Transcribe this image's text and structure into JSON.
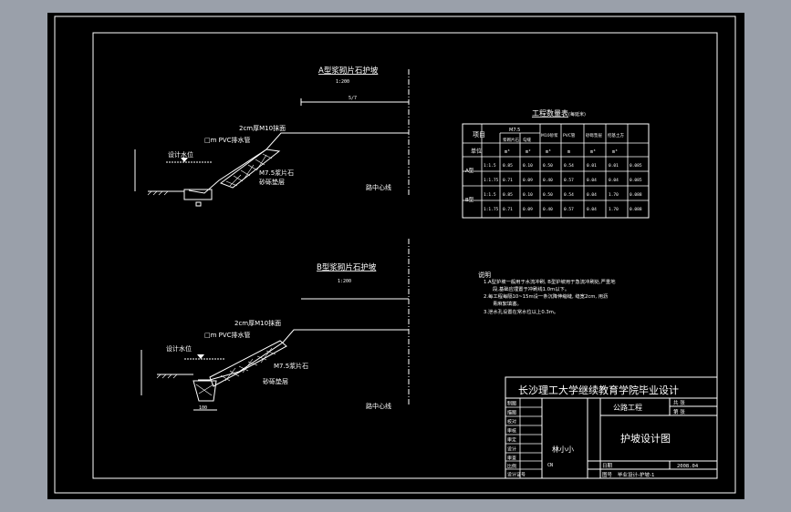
{
  "drawing": {
    "section_a": {
      "title": "A型浆砌片石护坡",
      "scale": "1:200",
      "width_label": "5/7",
      "labels": {
        "joint": "2cm厚M10抹面",
        "drain": "□m PVC排水管",
        "water_level": "设计水位",
        "masonry": "M7.5浆片石",
        "bedding": "砂砾垫层",
        "centerline": "路中心线"
      }
    },
    "section_b": {
      "title": "B型浆砌片石护坡",
      "scale": "1:200",
      "labels": {
        "joint": "2cm厚M10抹面",
        "drain": "□m PVC排水管",
        "water_level": "设计水位",
        "masonry": "M7.5浆片石",
        "bedding": "砂砾垫层",
        "centerline": "路中心线",
        "foot_width": "100"
      }
    },
    "quantity_table": {
      "title": "工程数量表",
      "unit_note": "(每延米)",
      "header_row1": [
        "项目",
        "M7.5",
        "",
        "M10砂浆",
        "PVC管",
        "砂砾垫层",
        "挖基土方"
      ],
      "header_row2": [
        "",
        "浆砌片石",
        "勾缝",
        "",
        "",
        "",
        ""
      ],
      "unit_row": [
        "单位",
        "m³",
        "m²",
        "m³",
        "m",
        "m³",
        "m³"
      ],
      "rows": [
        {
          "type": "A型",
          "ratio": "1:1.5",
          "values": [
            "0.85",
            "0.10",
            "0.50",
            "0.54",
            "0.01",
            "0.01",
            "0.085"
          ]
        },
        {
          "type": "",
          "ratio": "1:1.75",
          "values": [
            "0.71",
            "0.09",
            "0.40",
            "0.57",
            "0.04",
            "0.04",
            "0.085"
          ]
        },
        {
          "type": "B型",
          "ratio": "1:1.5",
          "values": [
            "0.85",
            "0.10",
            "0.50",
            "0.54",
            "0.04",
            "1.70",
            "0.088"
          ]
        },
        {
          "type": "",
          "ratio": "1:1.75",
          "values": [
            "0.71",
            "0.09",
            "0.40",
            "0.57",
            "0.04",
            "1.70",
            "0.088"
          ]
        }
      ]
    },
    "notes": {
      "heading": "说明",
      "lines": [
        "1.A型护坡一般用于水流冲刷, B型护坡用于急流冲刷处,严重地",
        "段,基础应埋置于冲刷线1.0m以下。",
        "2.每工程每隔10~15m设一条沉降伸缩缝, 缝宽2cm, 用沥",
        "青麻絮填塞。",
        "3.泄水孔设置在常水位以上0.3m。"
      ]
    },
    "title_block": {
      "school": "长沙理工大学继续教育学院毕业设计",
      "project": "公路工程",
      "drawing_title": "护坡设计图",
      "designer": "林小小",
      "date_label": "日期",
      "date": "2008.04",
      "drawing_no_label": "图号",
      "drawing_no": "毕业设计-护坡-1",
      "left_labels": [
        "制图",
        "描图",
        "校对",
        "审核",
        "审定",
        "设计",
        "审查",
        "比例",
        "设计证号"
      ],
      "scale_label": "比例",
      "scale_value": "CN",
      "sheet_labels": [
        "共 张",
        "第 张"
      ]
    }
  }
}
